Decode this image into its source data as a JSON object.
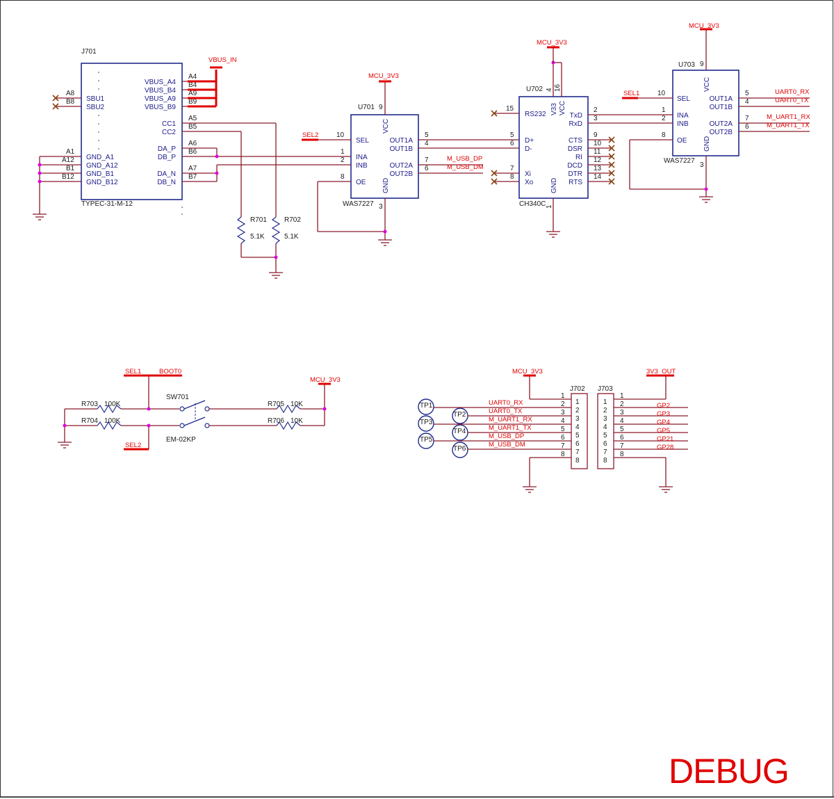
{
  "j701": {
    "ref": "J701",
    "value": "TYPEC-31-M-12",
    "left_pins": [
      {
        "num": "A8",
        "name": "SBU1"
      },
      {
        "num": "B8",
        "name": "SBU2"
      },
      {
        "num": "A1",
        "name": "GND_A1"
      },
      {
        "num": "A12",
        "name": "GND_A12"
      },
      {
        "num": "B1",
        "name": "GND_B1"
      },
      {
        "num": "B12",
        "name": "GND_B12"
      }
    ],
    "right_pins": [
      {
        "num": "A4",
        "name": "VBUS_A4"
      },
      {
        "num": "B4",
        "name": "VBUS_B4"
      },
      {
        "num": "A9",
        "name": "VBUS_A9"
      },
      {
        "num": "B9",
        "name": "VBUS_B9"
      },
      {
        "num": "A5",
        "name": "CC1"
      },
      {
        "num": "B5",
        "name": "CC2"
      },
      {
        "num": "A6",
        "name": "DA_P"
      },
      {
        "num": "B6",
        "name": "DB_P"
      },
      {
        "num": "A7",
        "name": "DA_N"
      },
      {
        "num": "B7",
        "name": "DB_N"
      }
    ]
  },
  "u701": {
    "ref": "U701",
    "value": "WAS7227",
    "left_pins": [
      {
        "num": "10",
        "name": "SEL"
      },
      {
        "num": "1",
        "name": "INA"
      },
      {
        "num": "2",
        "name": "INB"
      },
      {
        "num": "8",
        "name": "OE"
      }
    ],
    "right_pins": [
      {
        "num": "5",
        "name": "OUT1A"
      },
      {
        "num": "4",
        "name": "OUT1B"
      },
      {
        "num": "7",
        "name": "OUT2A"
      },
      {
        "num": "6",
        "name": "OUT2B"
      }
    ],
    "top_pin": {
      "num": "9",
      "name": "VCC"
    },
    "bottom_pin": {
      "num": "3",
      "name": "GND"
    }
  },
  "u702": {
    "ref": "U702",
    "value": "CH340C",
    "left_pins": [
      {
        "num": "15",
        "name": "RS232"
      },
      {
        "num": "5",
        "name": "D+"
      },
      {
        "num": "6",
        "name": "D-"
      },
      {
        "num": "7",
        "name": "Xi"
      },
      {
        "num": "8",
        "name": "Xo"
      }
    ],
    "right_pins": [
      {
        "num": "2",
        "name": "TxD"
      },
      {
        "num": "3",
        "name": "RxD"
      },
      {
        "num": "9",
        "name": "CTS"
      },
      {
        "num": "10",
        "name": "DSR"
      },
      {
        "num": "11",
        "name": "RI"
      },
      {
        "num": "12",
        "name": "DCD"
      },
      {
        "num": "13",
        "name": "DTR"
      },
      {
        "num": "14",
        "name": "RTS"
      }
    ],
    "top_pins": [
      {
        "num": "4",
        "name": "V33"
      },
      {
        "num": "16",
        "name": "VCC"
      }
    ],
    "bottom_pin": {
      "num": "1",
      "name": "GND"
    }
  },
  "u703": {
    "ref": "U703",
    "value": "WAS7227",
    "left_pins": [
      {
        "num": "10",
        "name": "SEL"
      },
      {
        "num": "1",
        "name": "INA"
      },
      {
        "num": "2",
        "name": "INB"
      },
      {
        "num": "8",
        "name": "OE"
      }
    ],
    "right_pins": [
      {
        "num": "5",
        "name": "OUT1A"
      },
      {
        "num": "4",
        "name": "OUT1B"
      },
      {
        "num": "7",
        "name": "OUT2A"
      },
      {
        "num": "6",
        "name": "OUT2B"
      }
    ],
    "top_pin": {
      "num": "9",
      "name": "VCC"
    },
    "bottom_pin": {
      "num": "3",
      "name": "GND"
    }
  },
  "resistors": [
    {
      "ref": "R701",
      "value": "5.1K"
    },
    {
      "ref": "R702",
      "value": "5.1K"
    },
    {
      "ref": "R703",
      "value": "100K"
    },
    {
      "ref": "R704",
      "value": "100K"
    },
    {
      "ref": "R705",
      "value": "10K"
    },
    {
      "ref": "R706",
      "value": "10K"
    }
  ],
  "switch": {
    "ref": "SW701",
    "value": "EM-02KP"
  },
  "nets": {
    "vbus_in": "VBUS_IN",
    "mcu_3v3": "MCU_3V3",
    "sel1": "SEL1",
    "sel2": "SEL2",
    "boot0": "BOOT0",
    "m_usb_dp": "M_USB_DP",
    "m_usb_dm": "M_USB_DM",
    "uart0_rx": "UART0_RX",
    "uart0_tx": "UART0_TX",
    "m_uart1_rx": "M_UART1_RX",
    "m_uart1_tx": "M_UART1_TX",
    "out_3v3": "3V3_OUT"
  },
  "j702": {
    "ref": "J702",
    "pins": [
      "1",
      "2",
      "3",
      "4",
      "5",
      "6",
      "7",
      "8"
    ],
    "nets": [
      "",
      "UART0_RX",
      "UART0_TX",
      "M_UART1_RX",
      "M_UART1_TX",
      "M_USB_DP",
      "M_USB_DM",
      ""
    ]
  },
  "j703": {
    "ref": "J703",
    "pins": [
      "1",
      "2",
      "3",
      "4",
      "5",
      "6",
      "7",
      "8"
    ],
    "nets": [
      "",
      "GP2",
      "GP3",
      "GP4",
      "GP5",
      "GP21",
      "GP28",
      ""
    ]
  },
  "testpoints": [
    "TP1",
    "TP2",
    "TP3",
    "TP4",
    "TP5",
    "TP6"
  ],
  "sheet_title": "DEBUG",
  "colors": {
    "wire": "#8b1a2b",
    "body": "#1f2a8c",
    "net": "#e00000",
    "junction": "#e000e0"
  }
}
